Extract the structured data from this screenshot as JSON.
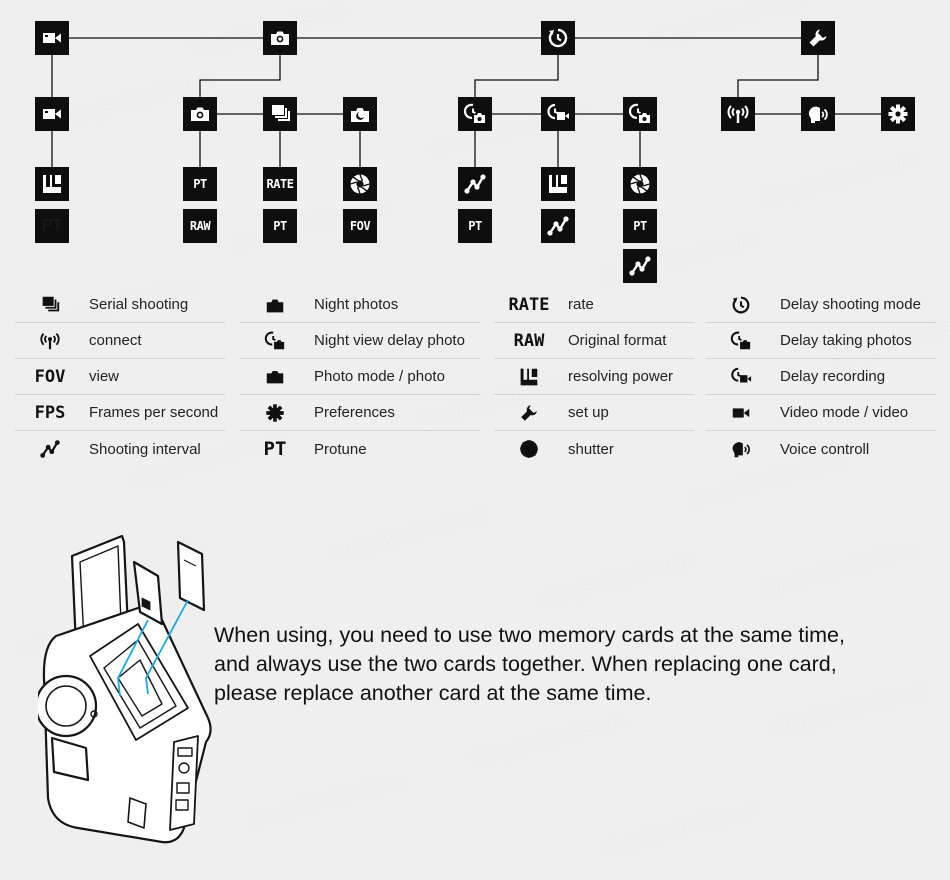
{
  "diagram": {
    "abbr": {
      "pt": "PT",
      "raw": "RAW",
      "rate": "RATE",
      "fov": "FOV",
      "fps": "FPS"
    }
  },
  "legend": [
    {
      "icon": "serial-shooting-icon",
      "label": "Serial shooting"
    },
    {
      "icon": "connect-icon",
      "label": "connect"
    },
    {
      "icon": "view-icon",
      "text": "FOV",
      "label": "view"
    },
    {
      "icon": "fps-icon",
      "text": "FPS",
      "label": "Frames per second"
    },
    {
      "icon": "interval-icon",
      "label": "Shooting interval"
    },
    {
      "icon": "night-photo-icon",
      "label": "Night photos"
    },
    {
      "icon": "night-delay-photo-icon",
      "label": "Night view delay photo"
    },
    {
      "icon": "camera-icon",
      "label": "Photo mode / photo"
    },
    {
      "icon": "gear-icon",
      "label": "Preferences"
    },
    {
      "icon": "protune-icon",
      "text": "PT",
      "label": "Protune"
    },
    {
      "icon": "rate-icon",
      "text": "RATE",
      "label": "rate"
    },
    {
      "icon": "raw-icon",
      "text": "RAW",
      "label": "Original format"
    },
    {
      "icon": "resolution-icon",
      "label": "resolving power"
    },
    {
      "icon": "wrench-icon",
      "label": "set up"
    },
    {
      "icon": "shutter-icon",
      "label": "shutter"
    },
    {
      "icon": "delay-icon",
      "label": "Delay shooting mode"
    },
    {
      "icon": "delay-photo-icon",
      "label": "Delay taking photos"
    },
    {
      "icon": "delay-video-icon",
      "label": "Delay recording"
    },
    {
      "icon": "video-icon",
      "label": "Video mode / video"
    },
    {
      "icon": "voice-icon",
      "label": "Voice controll"
    }
  ],
  "note": {
    "line1": "When using, you need to use two memory cards at the same time,",
    "line2": "and always use the two cards together. When replacing one card,",
    "line3": "please replace another card at the same time."
  },
  "watermark": "Shop5881048 Store",
  "colors": {
    "icon_bg": "#0e0e0e",
    "card_line": "#1ea8e0",
    "background": "#efefef"
  }
}
